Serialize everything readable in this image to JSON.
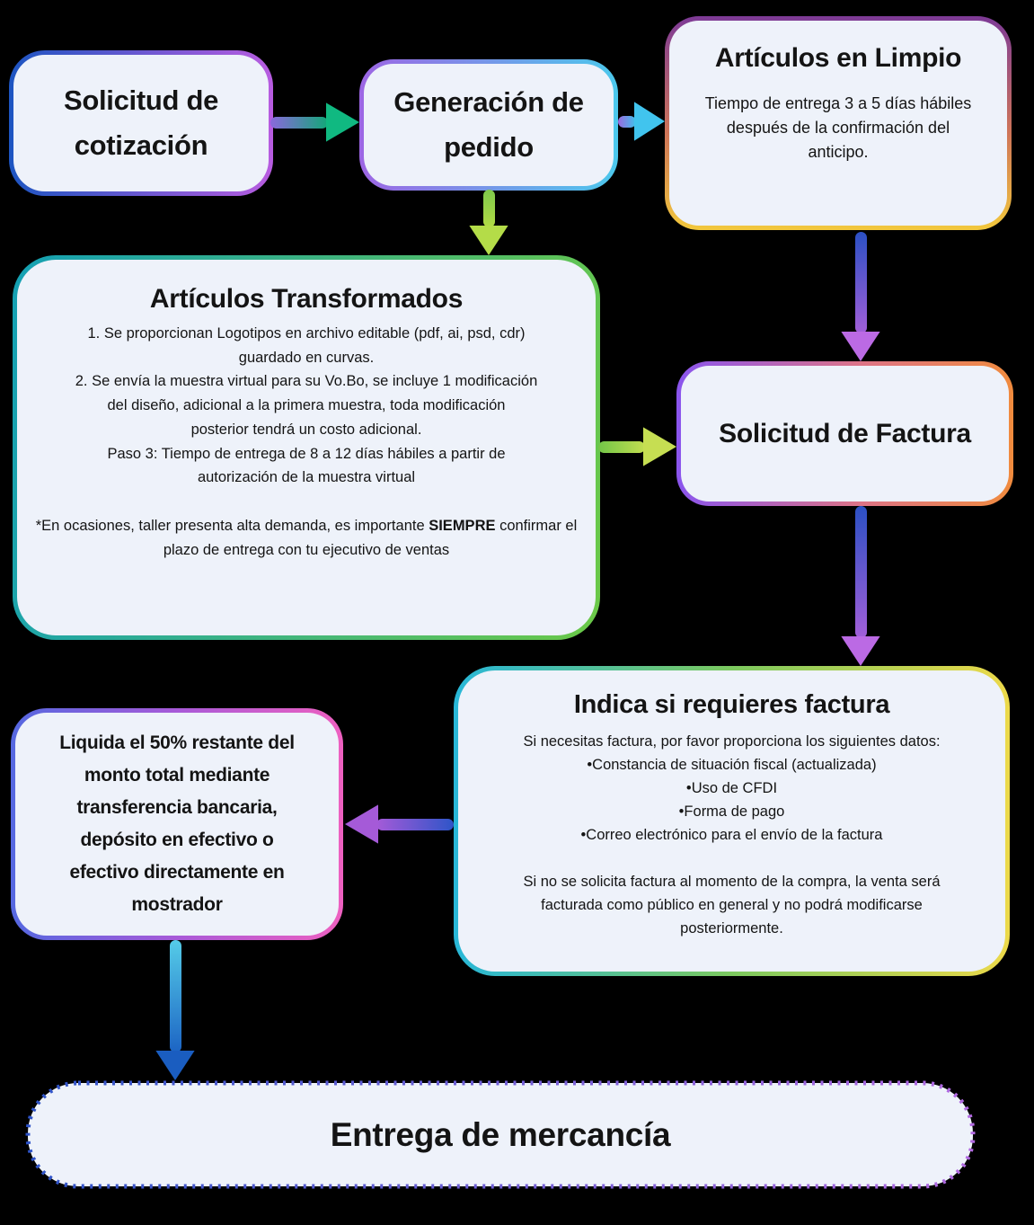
{
  "page": {
    "background": "#000000",
    "box_fill": "#eef2fa",
    "text_color": "#141414"
  },
  "nodes": {
    "solicitud_cotizacion": {
      "title": [
        "Solicitud de",
        "cotización"
      ],
      "border_from": "#1d55c1",
      "border_to": "#b85ce0"
    },
    "generacion_pedido": {
      "title": [
        "Generación de",
        "pedido"
      ],
      "border_from": "#9d66e4",
      "border_to": "#4cc8ec"
    },
    "articulos_limpio": {
      "title": "Artículos en Limpio",
      "body": [
        "Tiempo de entrega 3 a 5 días hábiles",
        "después de la confirmación del",
        "anticipo."
      ],
      "border_from": "#7d3a96",
      "border_mid": "#cf7558",
      "border_to": "#f2c83c"
    },
    "articulos_transformados": {
      "title": "Artículos Transformados",
      "body": [
        "1. Se proporcionan Logotipos en archivo editable (pdf, ai, psd, cdr)",
        "guardado en curvas.",
        "2. Se envía la muestra virtual para su Vo.Bo, se incluye 1 modificación",
        "del diseño, adicional a la primera muestra, toda modificación",
        "posterior tendrá un costo adicional.",
        "Paso 3: Tiempo de entrega de 8 a 12 días hábiles a partir de",
        "autorización de la muestra virtual"
      ],
      "note_prefix": "*En ocasiones, taller presenta alta demanda, es importante ",
      "note_bold": "SIEMPRE",
      "note_suffix": " confirmar el plazo de entrega con tu ejecutivo de ventas",
      "border_from": "#14a0b4",
      "border_to": "#6bc947"
    },
    "solicitud_factura": {
      "title": "Solicitud de Factura",
      "border_from": "#8a55ee",
      "border_mid": "#dd7486",
      "border_to": "#f08b3e"
    },
    "indica_factura": {
      "title": "Indica si requieres factura",
      "body": [
        "Si necesitas factura, por favor proporciona los siguientes datos:",
        "•Constancia de situación fiscal (actualizada)",
        "•Uso de CFDI",
        "•Forma de pago",
        "•Correo electrónico para el envío de la factura"
      ],
      "body2": [
        "Si no se solicita factura al momento de la compra, la venta será",
        "facturada como público en general y no podrá modificarse",
        "posteriormente."
      ],
      "border_from": "#28b7d8",
      "border_mid": "#7cc95f",
      "border_to": "#ecd94a"
    },
    "liquida_restante": {
      "text": [
        "Liquida el 50% restante del",
        "monto total mediante",
        "transferencia bancaria,",
        "depósito en efectivo o",
        "efectivo directamente en",
        "mostrador"
      ],
      "border_from": "#5568e0",
      "border_mid": "#a85ad8",
      "border_to": "#ee60c0"
    },
    "entrega_mercancia": {
      "title": "Entrega de mercancía",
      "border_from": "#2d53c8",
      "border_to": "#b269e2"
    }
  },
  "arrows": {
    "cotizacion_pedido": {
      "from": "#8a68dc",
      "to": "#13a878",
      "head": "#10b981"
    },
    "pedido_limpio": {
      "from": "#9a6ae0",
      "to": "#3fc2ec",
      "head": "#41c4ee"
    },
    "pedido_transformados": {
      "from": "#7fca4c",
      "to": "#b2db44",
      "head": "#b4dc48"
    },
    "limpio_factura": {
      "from": "#2b50c4",
      "to": "#a25fd8",
      "head": "#bb6ae4"
    },
    "transformados_factura": {
      "from": "#72c548",
      "to": "#c2dd50",
      "head": "#c6de52"
    },
    "factura_indica": {
      "from": "#2b50c4",
      "to": "#a25fd8",
      "head": "#bb6ae4"
    },
    "indica_liquida": {
      "from": "#a55ad8",
      "to": "#2e55c8",
      "head": "#a55ad8"
    },
    "liquida_entrega": {
      "from": "#55cce8",
      "to": "#1c64c4",
      "head": "#1a5dc0"
    }
  }
}
